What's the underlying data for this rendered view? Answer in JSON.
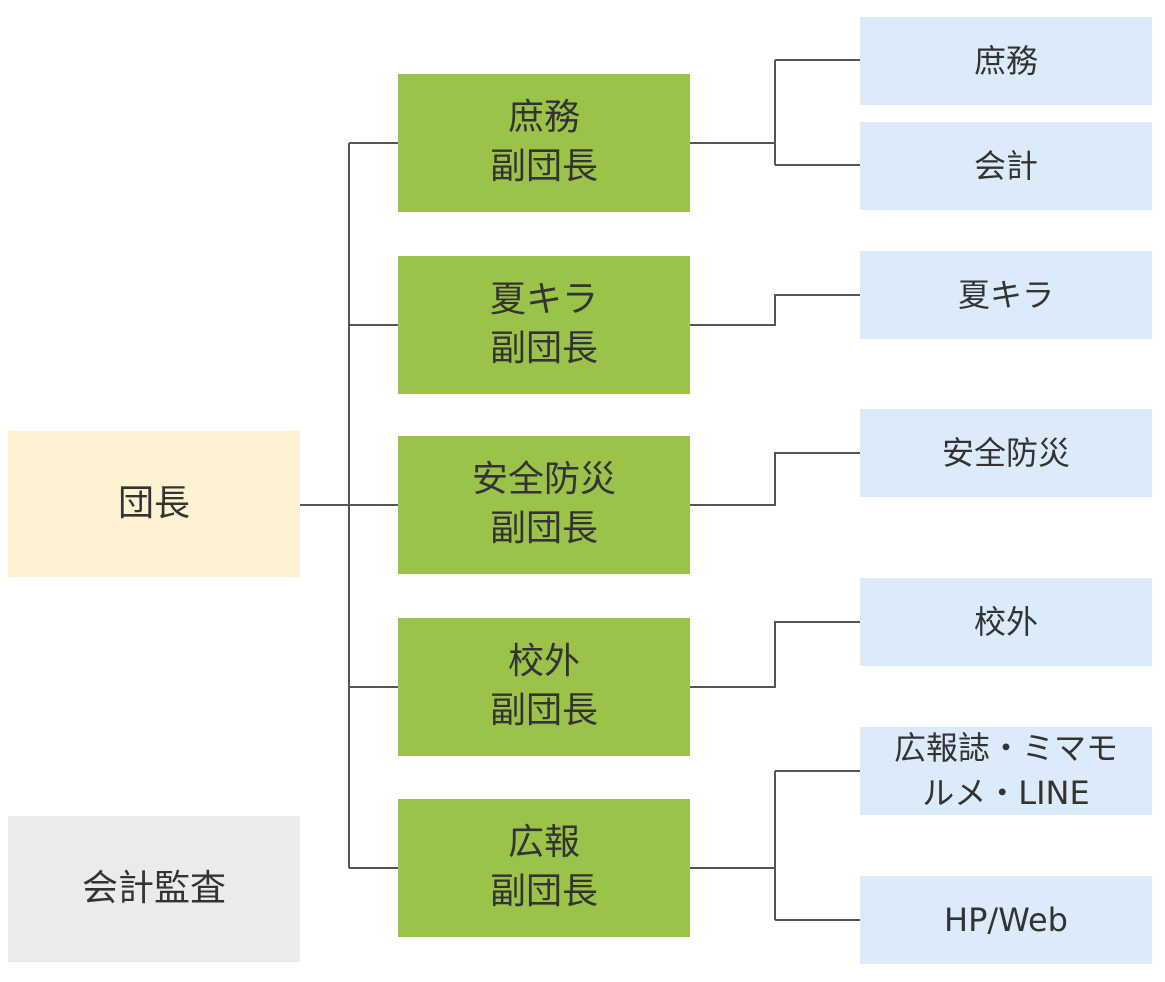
{
  "leader": {
    "label": "団長"
  },
  "auditor": {
    "label": "会計監査"
  },
  "branches": [
    {
      "label": "庶務\n副団長",
      "children": [
        "庶務",
        "会計"
      ]
    },
    {
      "label": "夏キラ\n副団長",
      "children": [
        "夏キラ"
      ]
    },
    {
      "label": "安全防災\n副団長",
      "children": [
        "安全防災"
      ]
    },
    {
      "label": "校外\n副団長",
      "children": [
        "校外"
      ]
    },
    {
      "label": "広報\n副団長",
      "children": [
        "広報誌・ミマモ\nルメ・LINE",
        "HP/Web"
      ]
    }
  ],
  "colors": {
    "leader_fill": "#fdf3d3",
    "auditor_fill": "#ebebeb",
    "vice_fill": "#9bc34a",
    "dept_fill": "#dcebfa",
    "line": "#555555",
    "text": "#333333"
  }
}
